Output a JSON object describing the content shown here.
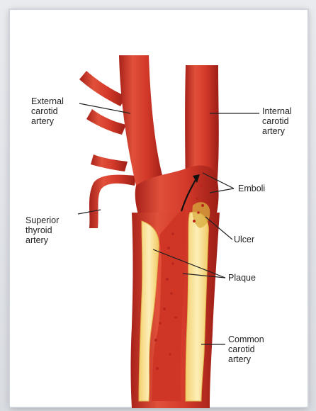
{
  "labels": {
    "external_carotid": "External\ncarotid\nartery",
    "internal_carotid": "Internal\ncarotid\nartery",
    "emboli": "Emboli",
    "superior_thyroid": "Superior\nthyroid\nartery",
    "ulcer": "Ulcer",
    "plaque": "Plaque",
    "common_carotid": "Common\ncarotid\nartery"
  },
  "colors": {
    "artery": "#d43a2a",
    "artery_dark": "#a8221a",
    "artery_light": "#ec6a52",
    "plaque": "#f7dc8a",
    "plaque_light": "#fcefb8",
    "emboli": "#b8261d"
  }
}
